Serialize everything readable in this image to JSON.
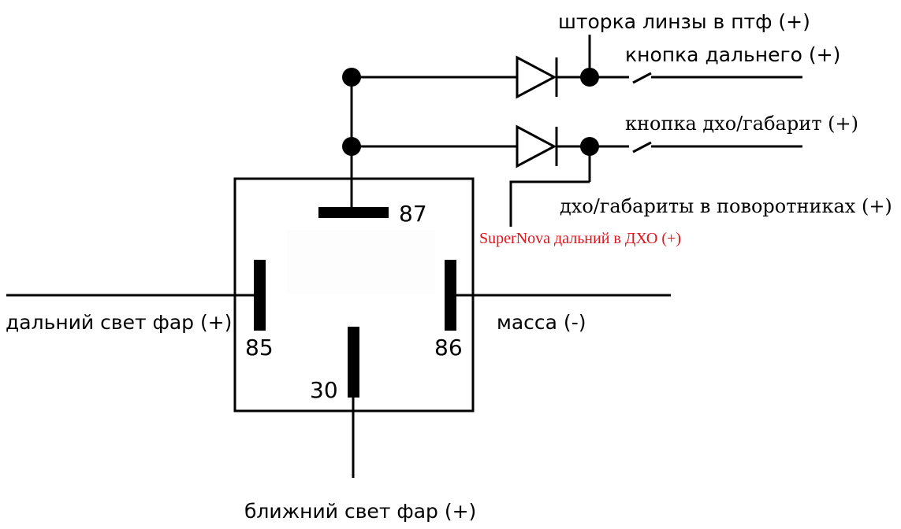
{
  "pins": {
    "p85": "85",
    "p86": "86",
    "p87": "87",
    "p30": "30"
  },
  "labels": {
    "high_beam": "дальний свет фар (+)",
    "ground": "масса (-)",
    "low_beam": "ближний свет фар (+)",
    "ptf_shutter": "шторка линзы в птф (+)",
    "high_beam_button": "кнопка дальнего (+)",
    "drl_button": "кнопка дхо/габарит (+)",
    "drl_in_turn_signals": "дхо/габариты в поворотниках (+)",
    "supernova": "SuperNova дальний в ДХО (+)"
  },
  "colors": {
    "line": "#000000",
    "accent_red": "#e0141c",
    "background": "#ffffff"
  }
}
